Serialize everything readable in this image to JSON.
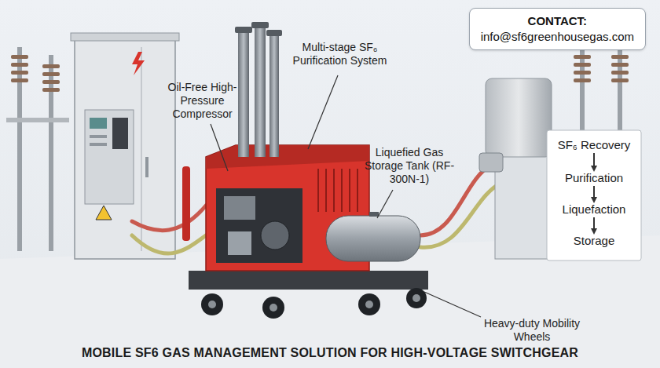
{
  "diagram": {
    "title": "MOBILE SF6 GAS MANAGEMENT SOLUTION FOR HIGH-VOLTAGE SWITCHGEAR",
    "nodes": [
      {
        "text": [
          "CONTACT:",
          "info@sf6greenhousegas.com"
        ]
      },
      {
        "text": [
          "SF₆ Recovery"
        ]
      },
      {
        "text": [
          "Purification"
        ]
      },
      {
        "text": [
          "Liquefaction"
        ]
      },
      {
        "text": [
          "Storage"
        ]
      }
    ],
    "edges": [
      {
        "from": 1,
        "to": 2,
        "arrow": "to"
      },
      {
        "from": 2,
        "to": 3,
        "arrow": "to"
      },
      {
        "from": 3,
        "to": 4,
        "arrow": "to"
      }
    ],
    "labels": [
      "Oil-Free High-Pressure Compressor",
      "Multi-stage SF₆ Purification System",
      "Liquefied Gas Storage Tank (RF-300N-1)",
      "Heavy-duty Mobility Wheels"
    ]
  }
}
